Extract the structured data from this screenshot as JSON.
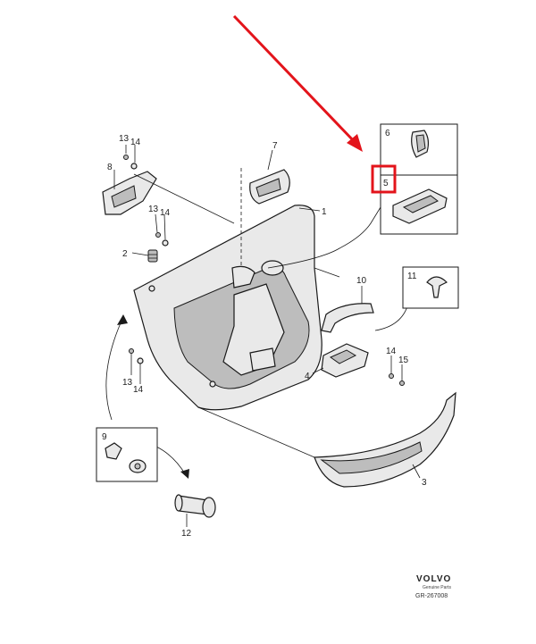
{
  "callouts": {
    "c1": "1",
    "c2": "2",
    "c3": "3",
    "c4": "4",
    "c5": "5",
    "c6": "6",
    "c7": "7",
    "c8": "8",
    "c9": "9",
    "c10": "10",
    "c11": "11",
    "c12": "12",
    "c13a": "13",
    "c14a": "14",
    "c13b": "13",
    "c14b": "14",
    "c13c": "13",
    "c14c": "14",
    "c14d": "14",
    "c15": "15"
  },
  "brand": {
    "name": "VOLVO",
    "subtitle": "Genuine Parts",
    "code": "GR-267008"
  },
  "colors": {
    "highlight": "#e3141b",
    "line": "#1a1a1a",
    "part_fill": "#e9e9e9"
  },
  "icons": {
    "arrow": "red-pointer-arrow",
    "highlight": "red-highlight-box"
  }
}
